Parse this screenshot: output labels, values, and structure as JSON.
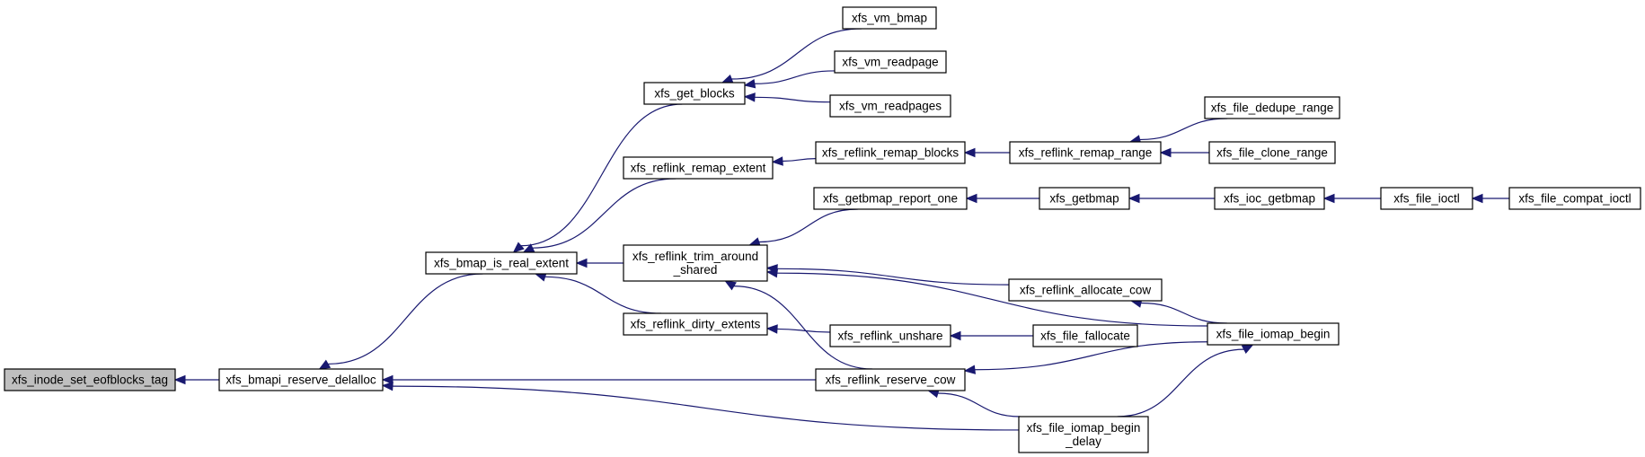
{
  "graph": {
    "colors": {
      "edge": "#191970",
      "root_fill": "#bfbfbf",
      "node_fill": "#ffffff",
      "border": "#000000"
    },
    "nodes": [
      {
        "id": "inode_set_eofblocks_tag",
        "lines": [
          "xfs_inode_set_eofblocks_tag"
        ],
        "root": true
      },
      {
        "id": "bmapi_reserve_delalloc",
        "lines": [
          "xfs_bmapi_reserve_delalloc"
        ]
      },
      {
        "id": "bmap_is_real_extent",
        "lines": [
          "xfs_bmap_is_real_extent"
        ]
      },
      {
        "id": "get_blocks",
        "lines": [
          "xfs_get_blocks"
        ]
      },
      {
        "id": "vm_bmap",
        "lines": [
          "xfs_vm_bmap"
        ]
      },
      {
        "id": "vm_readpage",
        "lines": [
          "xfs_vm_readpage"
        ]
      },
      {
        "id": "vm_readpages",
        "lines": [
          "xfs_vm_readpages"
        ]
      },
      {
        "id": "reflink_remap_extent",
        "lines": [
          "xfs_reflink_remap_extent"
        ]
      },
      {
        "id": "reflink_remap_blocks",
        "lines": [
          "xfs_reflink_remap_blocks"
        ]
      },
      {
        "id": "reflink_remap_range",
        "lines": [
          "xfs_reflink_remap_range"
        ]
      },
      {
        "id": "file_dedupe_range",
        "lines": [
          "xfs_file_dedupe_range"
        ]
      },
      {
        "id": "file_clone_range",
        "lines": [
          "xfs_file_clone_range"
        ]
      },
      {
        "id": "reflink_trim_around_shared",
        "lines": [
          "xfs_reflink_trim_around",
          "_shared"
        ]
      },
      {
        "id": "getbmap_report_one",
        "lines": [
          "xfs_getbmap_report_one"
        ]
      },
      {
        "id": "getbmap",
        "lines": [
          "xfs_getbmap"
        ]
      },
      {
        "id": "ioc_getbmap",
        "lines": [
          "xfs_ioc_getbmap"
        ]
      },
      {
        "id": "file_ioctl",
        "lines": [
          "xfs_file_ioctl"
        ]
      },
      {
        "id": "file_compat_ioctl",
        "lines": [
          "xfs_file_compat_ioctl"
        ]
      },
      {
        "id": "reflink_allocate_cow",
        "lines": [
          "xfs_reflink_allocate_cow"
        ]
      },
      {
        "id": "file_iomap_begin",
        "lines": [
          "xfs_file_iomap_begin"
        ]
      },
      {
        "id": "reflink_dirty_extents",
        "lines": [
          "xfs_reflink_dirty_extents"
        ]
      },
      {
        "id": "reflink_unshare",
        "lines": [
          "xfs_reflink_unshare"
        ]
      },
      {
        "id": "file_fallocate",
        "lines": [
          "xfs_file_fallocate"
        ]
      },
      {
        "id": "reflink_reserve_cow",
        "lines": [
          "xfs_reflink_reserve_cow"
        ]
      },
      {
        "id": "file_iomap_begin_delay",
        "lines": [
          "xfs_file_iomap_begin",
          "_delay"
        ]
      }
    ],
    "edges": [
      {
        "from": "bmapi_reserve_delalloc",
        "to": "inode_set_eofblocks_tag"
      },
      {
        "from": "bmap_is_real_extent",
        "to": "bmapi_reserve_delalloc"
      },
      {
        "from": "reflink_reserve_cow",
        "to": "bmapi_reserve_delalloc"
      },
      {
        "from": "file_iomap_begin_delay",
        "to": "bmapi_reserve_delalloc"
      },
      {
        "from": "get_blocks",
        "to": "bmap_is_real_extent"
      },
      {
        "from": "reflink_remap_extent",
        "to": "bmap_is_real_extent"
      },
      {
        "from": "reflink_trim_around_shared",
        "to": "bmap_is_real_extent"
      },
      {
        "from": "reflink_dirty_extents",
        "to": "bmap_is_real_extent"
      },
      {
        "from": "vm_bmap",
        "to": "get_blocks"
      },
      {
        "from": "vm_readpage",
        "to": "get_blocks"
      },
      {
        "from": "vm_readpages",
        "to": "get_blocks"
      },
      {
        "from": "reflink_remap_blocks",
        "to": "reflink_remap_extent"
      },
      {
        "from": "reflink_remap_range",
        "to": "reflink_remap_blocks"
      },
      {
        "from": "file_dedupe_range",
        "to": "reflink_remap_range"
      },
      {
        "from": "file_clone_range",
        "to": "reflink_remap_range"
      },
      {
        "from": "getbmap_report_one",
        "to": "reflink_trim_around_shared"
      },
      {
        "from": "file_iomap_begin",
        "to": "reflink_trim_around_shared"
      },
      {
        "from": "reflink_allocate_cow",
        "to": "reflink_trim_around_shared"
      },
      {
        "from": "reflink_reserve_cow",
        "to": "reflink_trim_around_shared"
      },
      {
        "from": "getbmap",
        "to": "getbmap_report_one"
      },
      {
        "from": "ioc_getbmap",
        "to": "getbmap"
      },
      {
        "from": "file_ioctl",
        "to": "ioc_getbmap"
      },
      {
        "from": "file_compat_ioctl",
        "to": "file_ioctl"
      },
      {
        "from": "file_iomap_begin",
        "to": "reflink_allocate_cow"
      },
      {
        "from": "reflink_unshare",
        "to": "reflink_dirty_extents"
      },
      {
        "from": "file_fallocate",
        "to": "reflink_unshare"
      },
      {
        "from": "file_iomap_begin",
        "to": "reflink_reserve_cow"
      },
      {
        "from": "file_iomap_begin_delay",
        "to": "reflink_reserve_cow"
      },
      {
        "from": "file_iomap_begin_delay",
        "to": "file_iomap_begin"
      }
    ]
  }
}
